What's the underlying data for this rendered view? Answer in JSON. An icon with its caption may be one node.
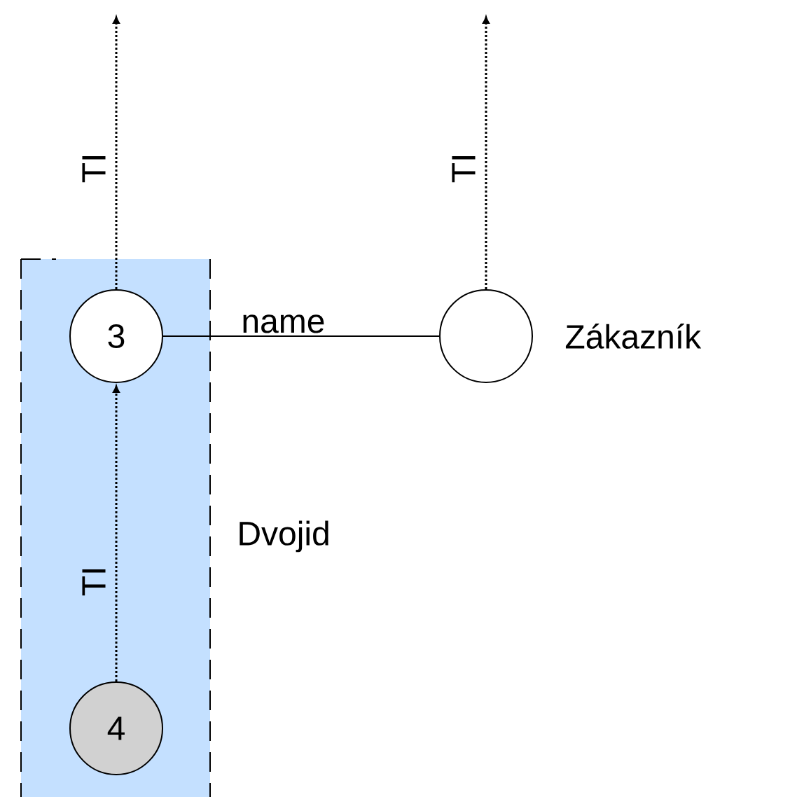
{
  "diagram": {
    "nodes": [
      {
        "text": [],
        "shape": "box",
        "beside": [
          "Dvojid"
        ]
      },
      {
        "text": [
          "3"
        ],
        "in": 0
      },
      {
        "text": [
          "4"
        ],
        "in": 0
      },
      {
        "text": [],
        "shape": "circle",
        "beside": [
          "Zákazník"
        ]
      }
    ],
    "edges": [
      {
        "from": 1,
        "to": null,
        "arrow": "to",
        "label": "TI",
        "style": "dashed"
      },
      {
        "from": 3,
        "to": null,
        "arrow": "to",
        "label": "TI",
        "style": "dashed"
      },
      {
        "from": 1,
        "to": 3,
        "arrow": "none",
        "label": "name"
      },
      {
        "from": 2,
        "to": 1,
        "arrow": "to",
        "label": "TI",
        "style": "dashed"
      }
    ]
  }
}
